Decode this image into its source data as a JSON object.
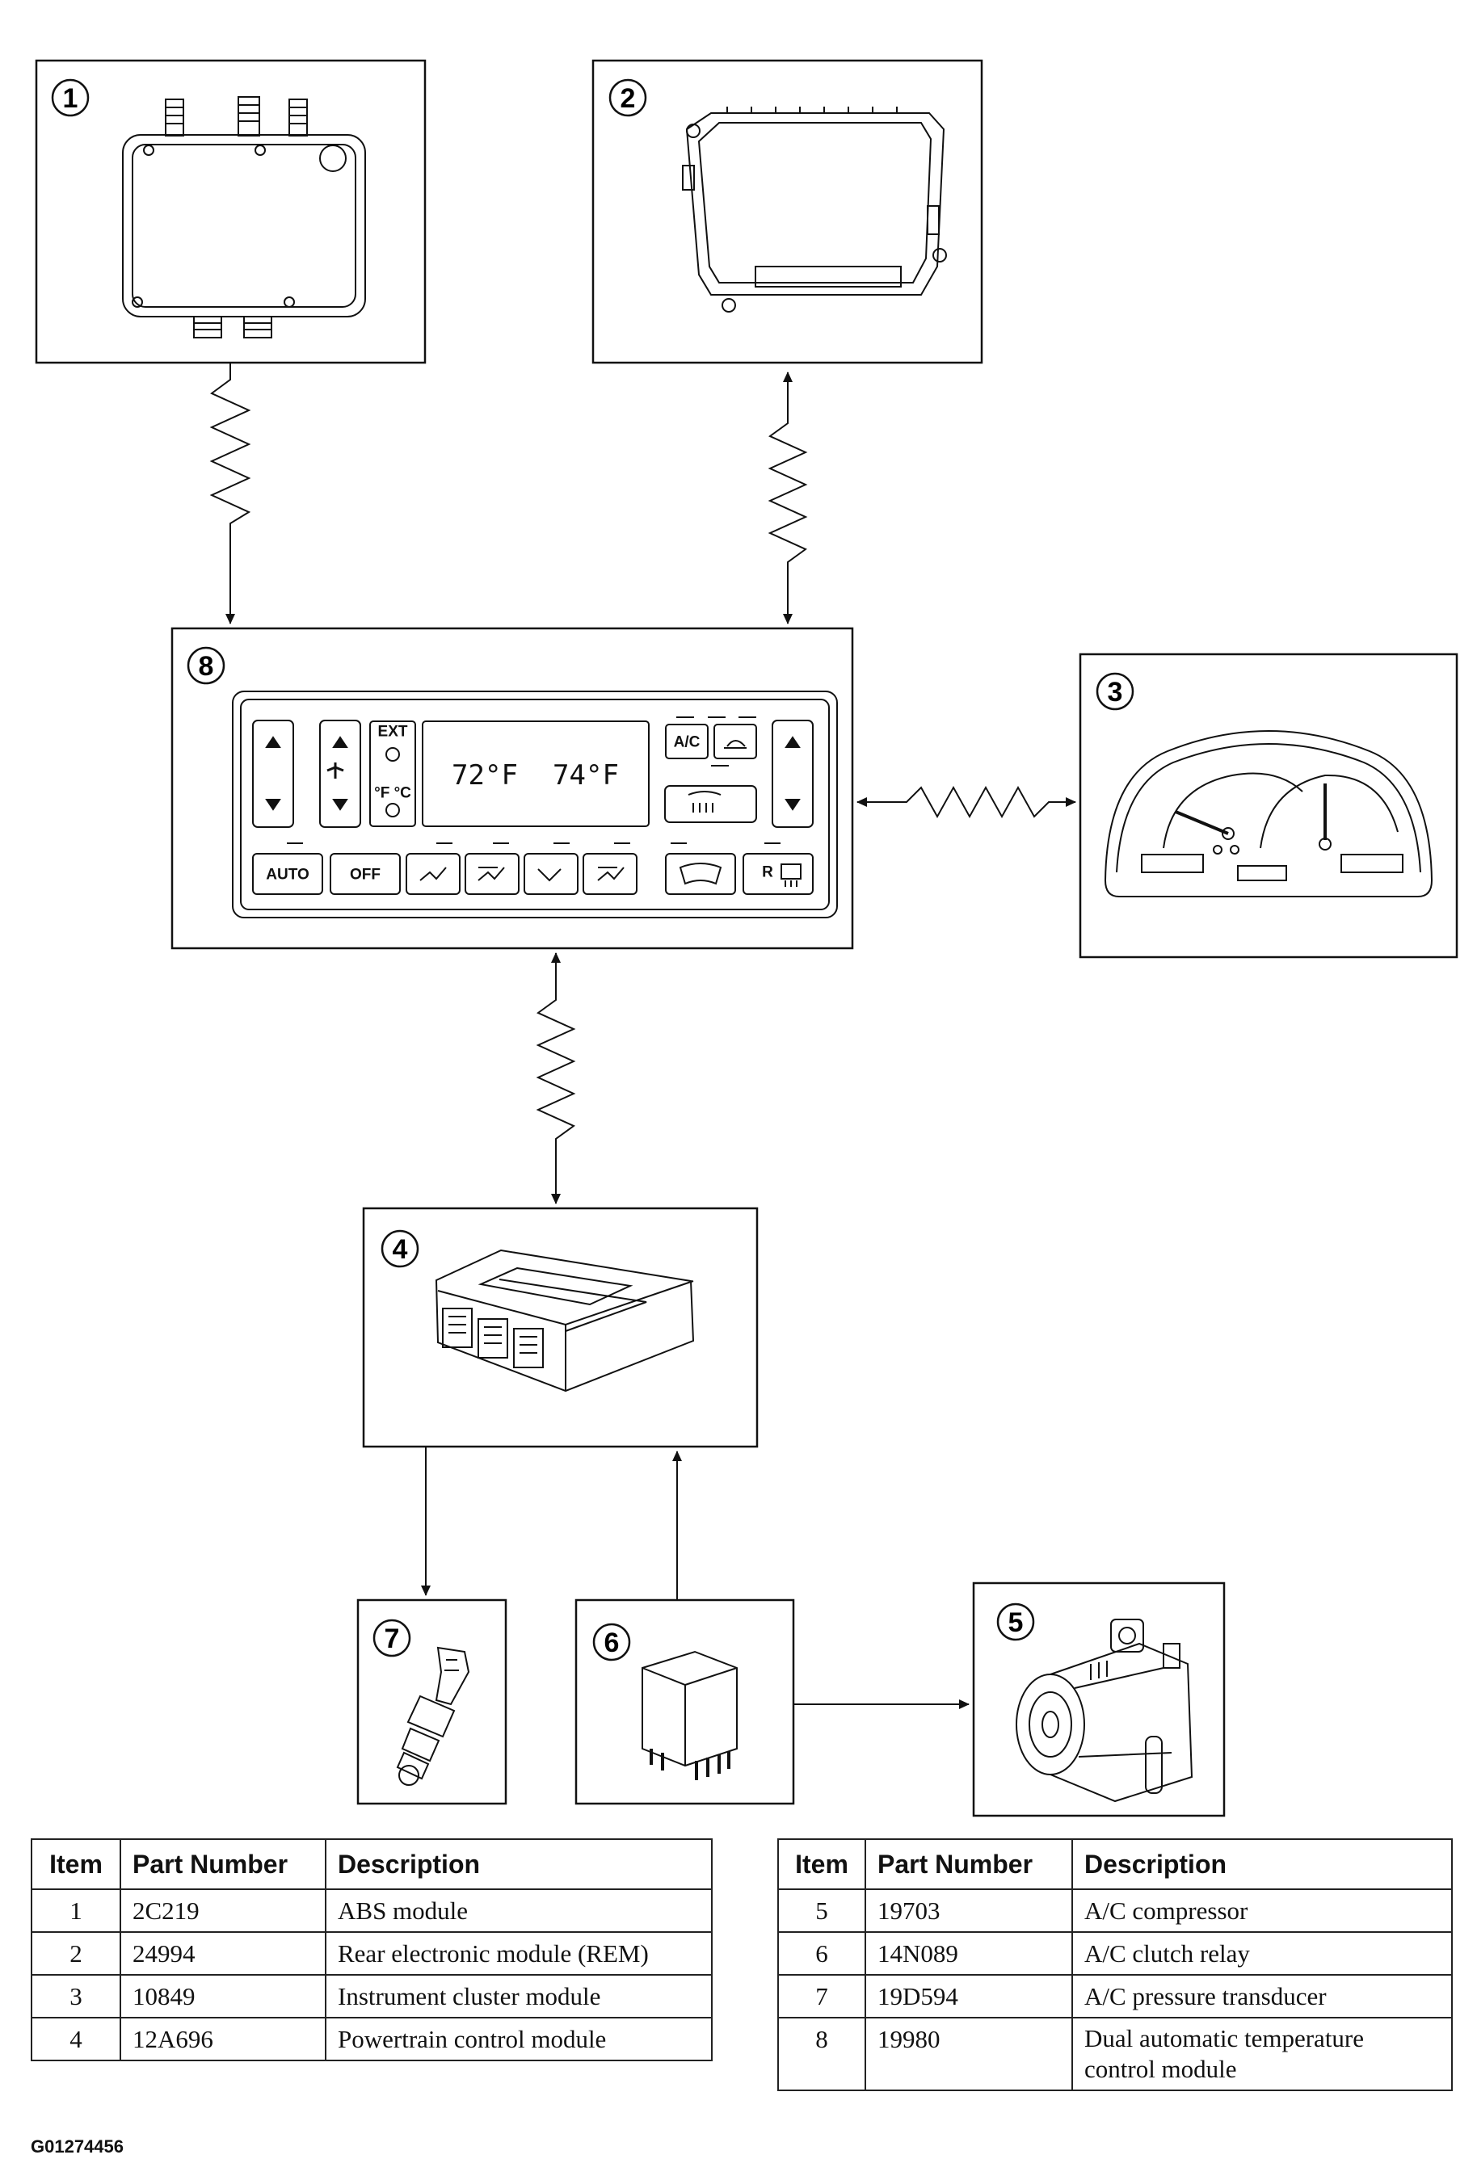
{
  "components": [
    {
      "id": "1",
      "label": "1"
    },
    {
      "id": "2",
      "label": "2"
    },
    {
      "id": "3",
      "label": "3"
    },
    {
      "id": "4",
      "label": "4"
    },
    {
      "id": "5",
      "label": "5"
    },
    {
      "id": "6",
      "label": "6"
    },
    {
      "id": "7",
      "label": "7"
    },
    {
      "id": "8",
      "label": "8"
    }
  ],
  "panel": {
    "ext_label": "EXT",
    "unit_label": "°F °C",
    "left_temp": "72°F",
    "right_temp": "74°F",
    "ac_label": "A/C",
    "auto_label": "AUTO",
    "off_label": "OFF",
    "rear_label": "R"
  },
  "tables": {
    "headers": {
      "item": "Item",
      "part_number": "Part Number",
      "description": "Description"
    },
    "left": [
      {
        "item": "1",
        "part": "2C219",
        "desc": "ABS module"
      },
      {
        "item": "2",
        "part": "24994",
        "desc": "Rear electronic module (REM)"
      },
      {
        "item": "3",
        "part": "10849",
        "desc": "Instrument cluster module"
      },
      {
        "item": "4",
        "part": "12A696",
        "desc": "Powertrain control module"
      }
    ],
    "right": [
      {
        "item": "5",
        "part": "19703",
        "desc": "A/C compressor"
      },
      {
        "item": "6",
        "part": "14N089",
        "desc": "A/C clutch relay"
      },
      {
        "item": "7",
        "part": "19D594",
        "desc": "A/C pressure transducer"
      },
      {
        "item": "8",
        "part": "19980",
        "desc": "Dual automatic temperature control module"
      }
    ]
  },
  "figure_id": "G01274456"
}
